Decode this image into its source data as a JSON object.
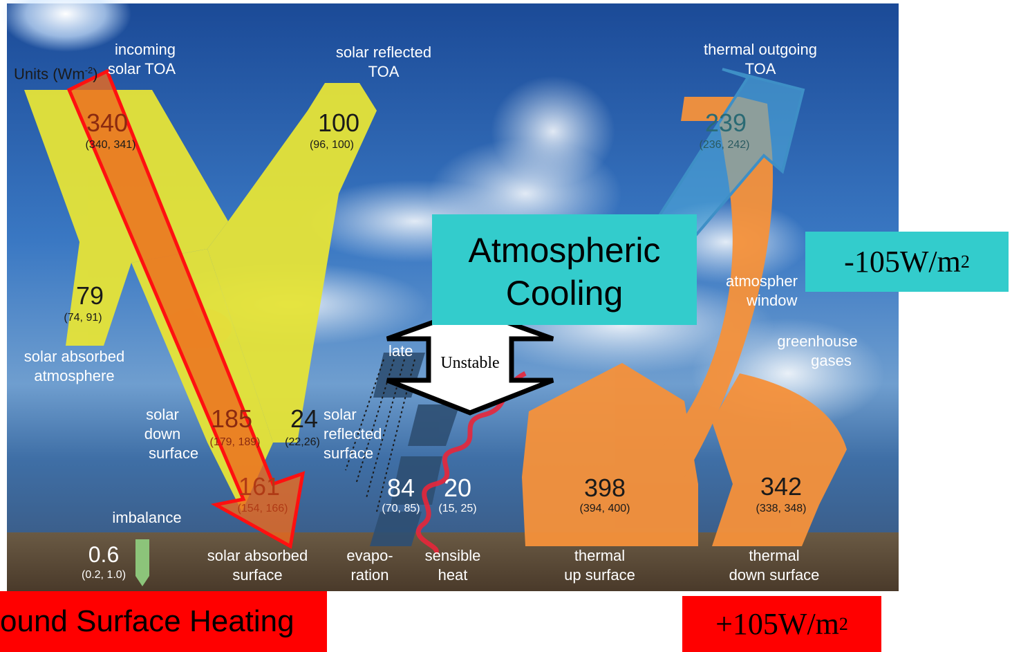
{
  "units": "Units (Wm",
  "units_sup": "-2",
  "units_close": ")",
  "flows": {
    "incoming_solar_toa": {
      "label": [
        "incoming",
        "solar TOA"
      ],
      "value": "340",
      "range": "(340, 341)"
    },
    "solar_reflected_toa": {
      "label": [
        "solar reflected",
        "TOA"
      ],
      "value": "100",
      "range": "(96, 100)"
    },
    "thermal_outgoing_toa": {
      "label": [
        "thermal outgoing",
        "TOA"
      ],
      "value": "239",
      "range": "(236, 242)"
    },
    "solar_absorbed_atmosphere": {
      "label": [
        "solar absorbed",
        "atmosphere"
      ],
      "value": "79",
      "range": "(74, 91)"
    },
    "solar_down_surface": {
      "label": [
        "solar",
        "down",
        "surface"
      ],
      "value": "185",
      "range": "(179, 189)"
    },
    "solar_reflected_surface": {
      "label": [
        "solar",
        "reflected",
        "surface"
      ],
      "value": "24",
      "range": "(22,26)"
    },
    "solar_absorbed_surface": {
      "label": [
        "solar absorbed",
        "surface"
      ],
      "value": "161",
      "range": "(154, 166)"
    },
    "imbalance": {
      "label": "imbalance",
      "value": "0.6",
      "range": "(0.2, 1.0)"
    },
    "latent": {
      "label": "late"
    },
    "evaporation": {
      "label": [
        "evapo-",
        "ration"
      ],
      "value": "84",
      "range": "(70, 85)"
    },
    "sensible_heat": {
      "label": [
        "sensible",
        "heat"
      ],
      "value": "20",
      "range": "(15, 25)"
    },
    "thermal_up_surface": {
      "label": [
        "thermal",
        "up surface"
      ],
      "value": "398",
      "range": "(394, 400)"
    },
    "thermal_down_surface": {
      "label": [
        "thermal",
        "down surface"
      ],
      "value": "342",
      "range": "(338, 348)"
    },
    "atmospheric_window": {
      "label": [
        "atmospher",
        "window"
      ]
    },
    "greenhouse_gases": {
      "label": [
        "greenhouse",
        "gases"
      ]
    }
  },
  "overlays": {
    "atmospheric_cooling": [
      "Atmospheric",
      "Cooling"
    ],
    "unstable": "Unstable",
    "cooling_value": "-105W/m",
    "heating_value": "+105W/m",
    "ground_surface_heating": "ound Surface Heating",
    "sup": "2"
  },
  "colors": {
    "sky_top": "#1e4f9c",
    "sky_mid": "#3f7fc8",
    "ground": "#5b4a36",
    "solar_yellow": "#e6e437",
    "thermal_orange": "#f6913a",
    "red_arrow": "#ec6a1e",
    "teal_box": "#33cccc",
    "red_box": "#ff0000",
    "blue_arrow": "#4fa8d8"
  }
}
